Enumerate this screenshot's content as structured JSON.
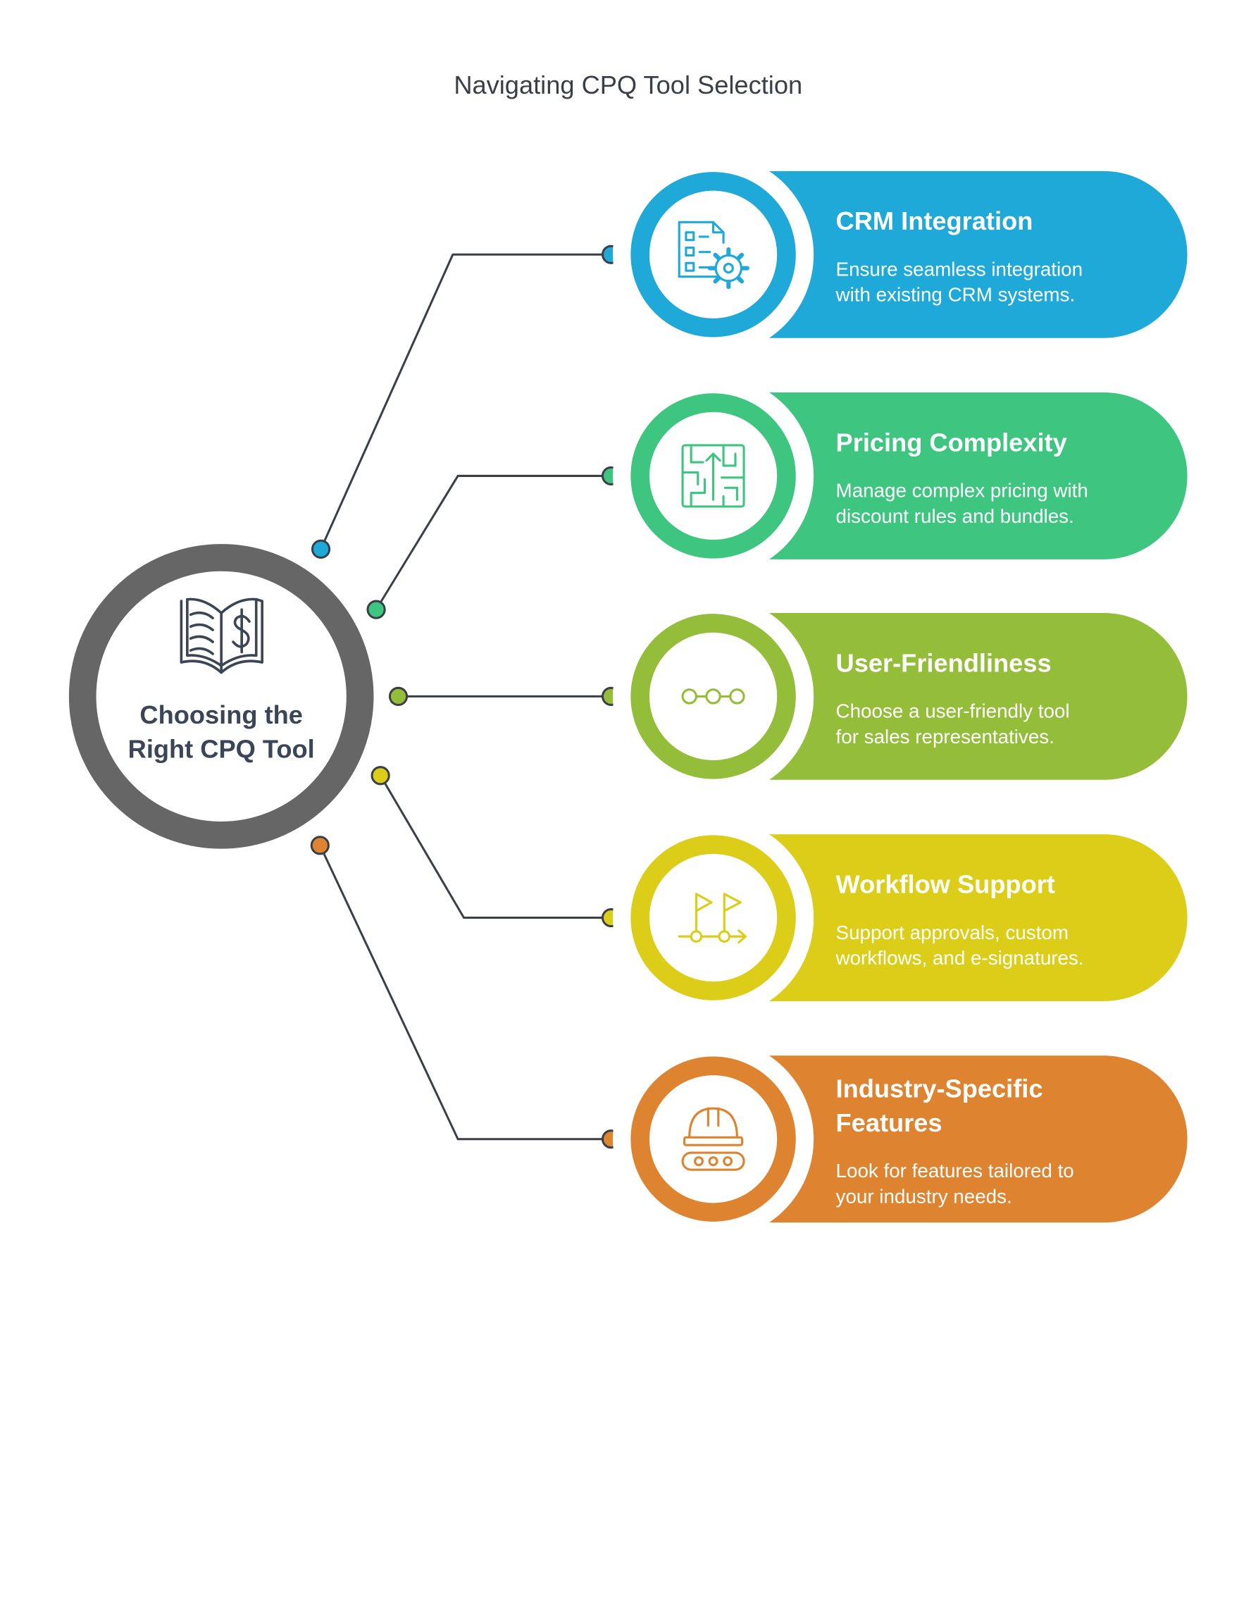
{
  "title": "Navigating CPQ Tool Selection",
  "hub": {
    "lines": [
      "Choosing the",
      "Right CPQ Tool"
    ],
    "icon": "book-dollar-icon",
    "ring_color": "#666666"
  },
  "items": [
    {
      "id": "crm-integration",
      "title_lines": [
        "CRM Integration"
      ],
      "desc_lines": [
        "Ensure seamless integration",
        "with existing CRM systems."
      ],
      "color": "#1fa9d9",
      "icon": "document-gear-icon"
    },
    {
      "id": "pricing-complexity",
      "title_lines": [
        "Pricing Complexity"
      ],
      "desc_lines": [
        "Manage complex pricing with",
        "discount rules and bundles."
      ],
      "color": "#3ec580",
      "icon": "maze-icon"
    },
    {
      "id": "user-friendliness",
      "title_lines": [
        "User-Friendliness"
      ],
      "desc_lines": [
        "Choose a user-friendly tool",
        "for sales representatives."
      ],
      "color": "#94bd3a",
      "icon": "three-nodes-icon"
    },
    {
      "id": "workflow-support",
      "title_lines": [
        "Workflow Support"
      ],
      "desc_lines": [
        "Support approvals, custom",
        "workflows, and e-signatures."
      ],
      "color": "#dccd18",
      "icon": "flags-flow-icon"
    },
    {
      "id": "industry-specific-features",
      "title_lines": [
        "Industry-Specific",
        "Features"
      ],
      "desc_lines": [
        "Look for features tailored to",
        "your industry needs."
      ],
      "color": "#de8431",
      "icon": "hardhat-conveyor-icon"
    }
  ]
}
